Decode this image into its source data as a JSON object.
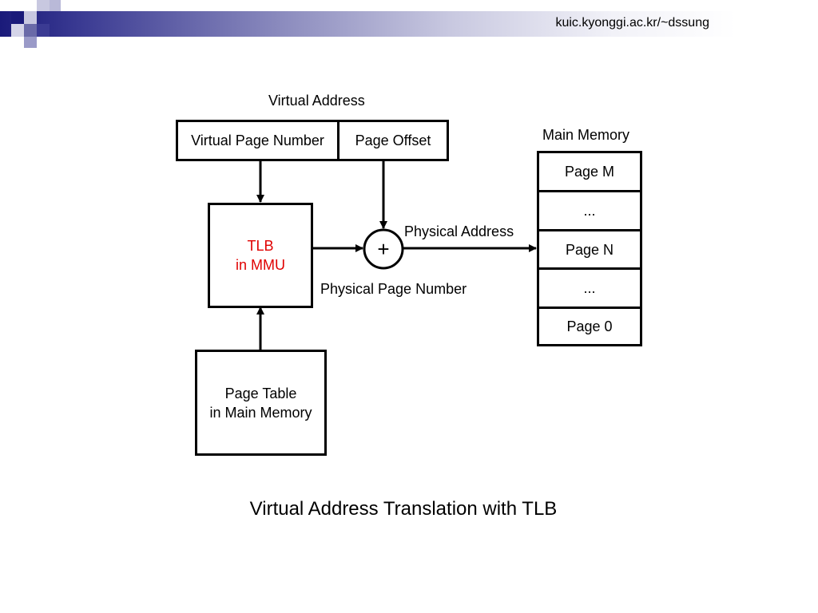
{
  "header": {
    "url": "kuic.kyonggi.ac.kr/~dssung",
    "colors": {
      "dark": "#1a1a7a",
      "mid": "#6a6aa8",
      "light": "#c8c8e0"
    }
  },
  "diagram": {
    "virtual_address_label": "Virtual Address",
    "virtual_page_number": "Virtual Page Number",
    "page_offset": "Page Offset",
    "tlb_line1": "TLB",
    "tlb_line2": "in MMU",
    "adder_symbol": "+",
    "physical_address_label": "Physical Address",
    "physical_page_number_label": "Physical Page Number",
    "page_table_line1": "Page Table",
    "page_table_line2": "in Main Memory",
    "main_memory_label": "Main Memory",
    "memory_pages": [
      "Page M",
      "...",
      "Page N",
      "...",
      "Page 0"
    ],
    "tlb_text_color": "#e00000"
  },
  "caption": "Virtual Address Translation with TLB"
}
